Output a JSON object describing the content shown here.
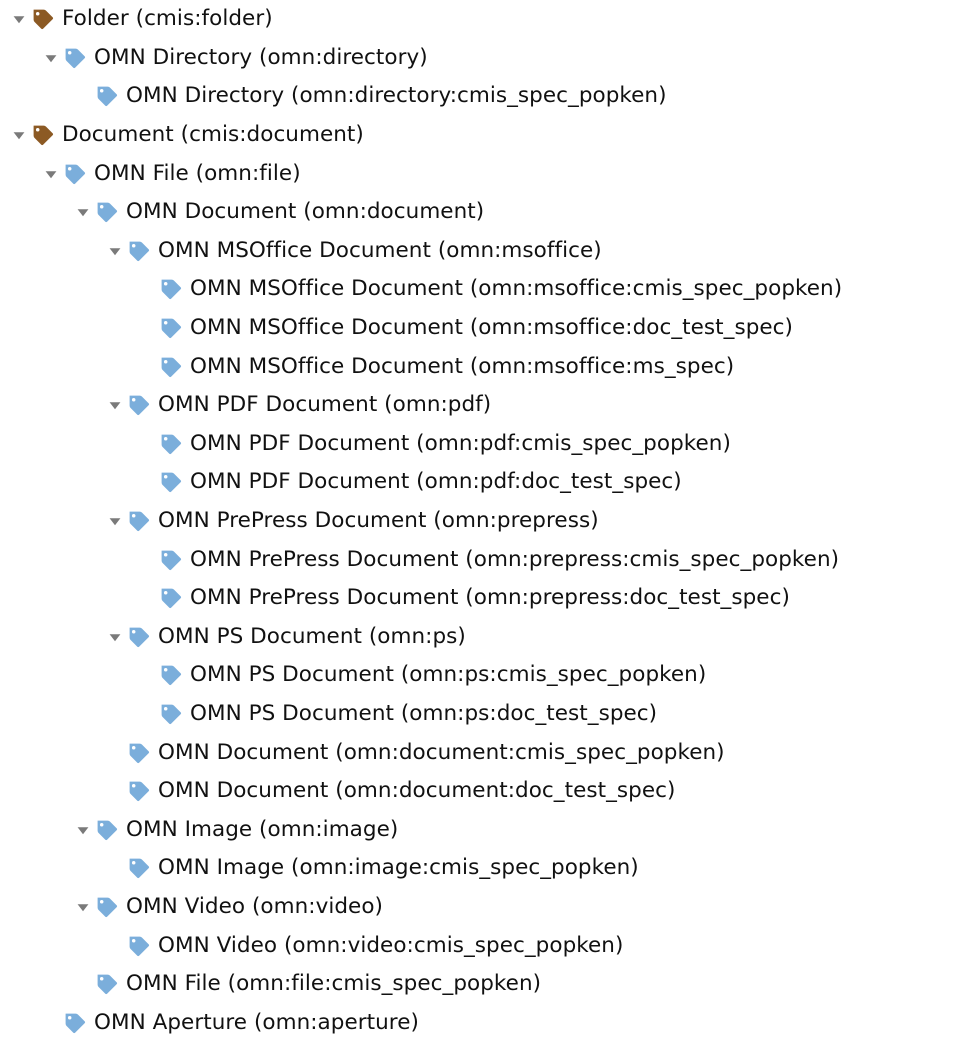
{
  "view": {
    "name": "type-hierarchy-tree",
    "background_color": "#ffffff",
    "text_color": "#111111"
  },
  "colors": {
    "tag_brown": "#8C5A24",
    "tag_blue": "#7BAEDB",
    "twisty_gray": "#7A7A7A",
    "tag_hole": "#ffffff"
  },
  "icons": {
    "expanded": "triangle-down-icon",
    "tag": "tag-icon"
  },
  "tree": {
    "rows": [
      {
        "depth": 0,
        "expanded": true,
        "tag_color": "brown",
        "label": "Folder (cmis:folder)"
      },
      {
        "depth": 1,
        "expanded": true,
        "tag_color": "blue",
        "label": "OMN Directory (omn:directory)"
      },
      {
        "depth": 2,
        "expanded": null,
        "tag_color": "blue",
        "label": "OMN Directory (omn:directory:cmis_spec_popken)"
      },
      {
        "depth": 0,
        "expanded": true,
        "tag_color": "brown",
        "label": "Document (cmis:document)"
      },
      {
        "depth": 1,
        "expanded": true,
        "tag_color": "blue",
        "label": "OMN File (omn:file)"
      },
      {
        "depth": 2,
        "expanded": true,
        "tag_color": "blue",
        "label": "OMN Document (omn:document)"
      },
      {
        "depth": 3,
        "expanded": true,
        "tag_color": "blue",
        "label": "OMN MSOffice Document (omn:msoffice)"
      },
      {
        "depth": 4,
        "expanded": null,
        "tag_color": "blue",
        "label": "OMN MSOffice Document (omn:msoffice:cmis_spec_popken)"
      },
      {
        "depth": 4,
        "expanded": null,
        "tag_color": "blue",
        "label": "OMN MSOffice Document (omn:msoffice:doc_test_spec)"
      },
      {
        "depth": 4,
        "expanded": null,
        "tag_color": "blue",
        "label": "OMN MSOffice Document (omn:msoffice:ms_spec)"
      },
      {
        "depth": 3,
        "expanded": true,
        "tag_color": "blue",
        "label": "OMN PDF Document (omn:pdf)"
      },
      {
        "depth": 4,
        "expanded": null,
        "tag_color": "blue",
        "label": "OMN PDF Document (omn:pdf:cmis_spec_popken)"
      },
      {
        "depth": 4,
        "expanded": null,
        "tag_color": "blue",
        "label": "OMN PDF Document (omn:pdf:doc_test_spec)"
      },
      {
        "depth": 3,
        "expanded": true,
        "tag_color": "blue",
        "label": "OMN PrePress Document (omn:prepress)"
      },
      {
        "depth": 4,
        "expanded": null,
        "tag_color": "blue",
        "label": "OMN PrePress Document (omn:prepress:cmis_spec_popken)"
      },
      {
        "depth": 4,
        "expanded": null,
        "tag_color": "blue",
        "label": "OMN PrePress Document (omn:prepress:doc_test_spec)"
      },
      {
        "depth": 3,
        "expanded": true,
        "tag_color": "blue",
        "label": "OMN PS Document (omn:ps)"
      },
      {
        "depth": 4,
        "expanded": null,
        "tag_color": "blue",
        "label": "OMN PS Document (omn:ps:cmis_spec_popken)"
      },
      {
        "depth": 4,
        "expanded": null,
        "tag_color": "blue",
        "label": "OMN PS Document (omn:ps:doc_test_spec)"
      },
      {
        "depth": 3,
        "expanded": null,
        "tag_color": "blue",
        "label": "OMN Document (omn:document:cmis_spec_popken)"
      },
      {
        "depth": 3,
        "expanded": null,
        "tag_color": "blue",
        "label": "OMN Document (omn:document:doc_test_spec)"
      },
      {
        "depth": 2,
        "expanded": true,
        "tag_color": "blue",
        "label": "OMN Image (omn:image)"
      },
      {
        "depth": 3,
        "expanded": null,
        "tag_color": "blue",
        "label": "OMN Image (omn:image:cmis_spec_popken)"
      },
      {
        "depth": 2,
        "expanded": true,
        "tag_color": "blue",
        "label": "OMN Video (omn:video)"
      },
      {
        "depth": 3,
        "expanded": null,
        "tag_color": "blue",
        "label": "OMN Video (omn:video:cmis_spec_popken)"
      },
      {
        "depth": 2,
        "expanded": null,
        "tag_color": "blue",
        "label": "OMN File (omn:file:cmis_spec_popken)"
      },
      {
        "depth": 1,
        "expanded": null,
        "tag_color": "blue",
        "label": "OMN Aperture (omn:aperture)"
      }
    ]
  }
}
